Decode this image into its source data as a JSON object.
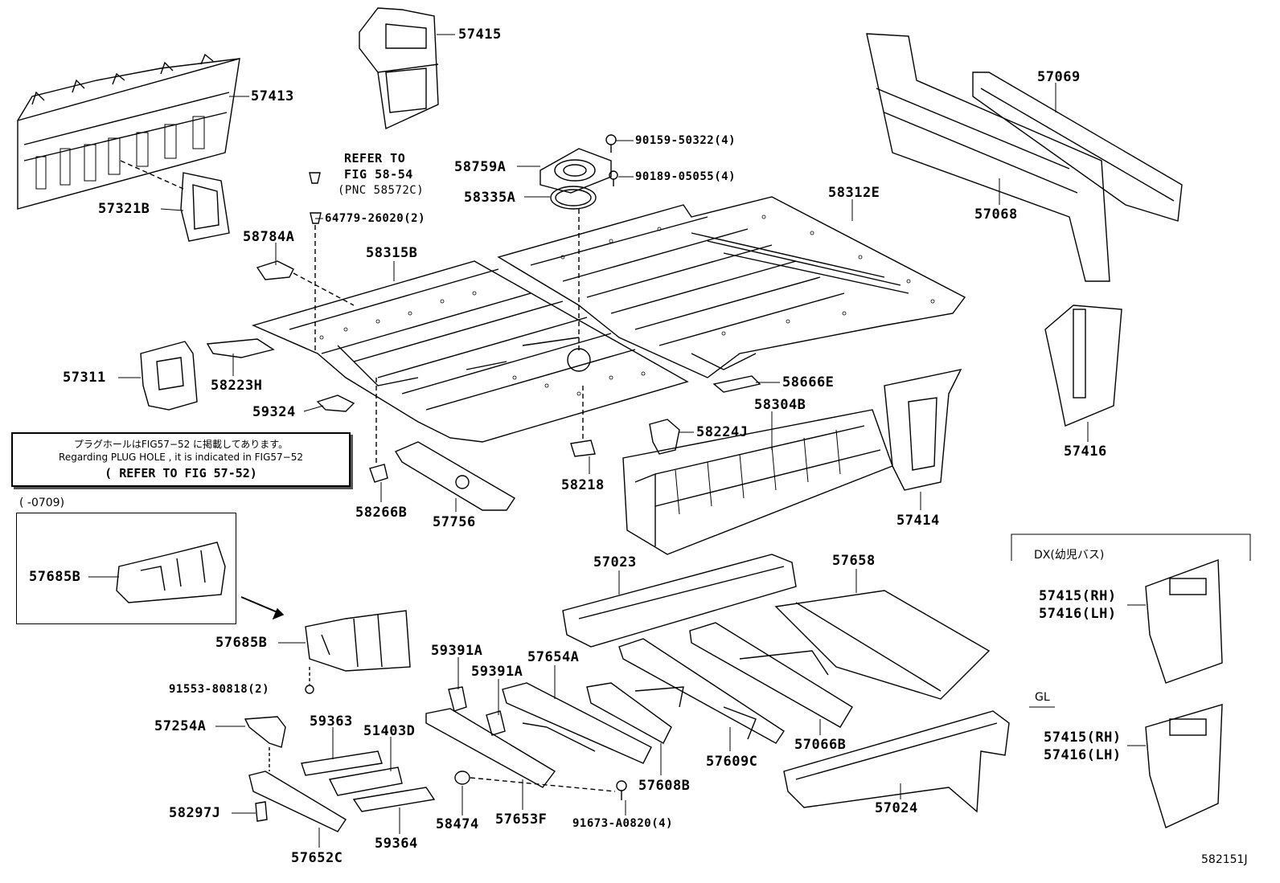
{
  "labels": {
    "p57415": "57415",
    "p57413": "57413",
    "p57321B": "57321B",
    "p58784A": "58784A",
    "p58315B": "58315B",
    "p57311": "57311",
    "p58223H": "58223H",
    "p59324": "59324",
    "refer_to": "REFER TO",
    "fig_58_54": "FIG 58-54",
    "pnc": "(PNC 58572C)",
    "p64779": "64779-26020(2)",
    "p58759A": "58759A",
    "p58335A": "58335A",
    "p90159": "90159-50322(4)",
    "p90189": "90189-05055(4)",
    "p58312E": "58312E",
    "p57069": "57069",
    "p57068": "57068",
    "p58666E": "58666E",
    "p58304B": "58304B",
    "p58224J": "58224J",
    "p58218": "58218",
    "p58266B": "58266B",
    "p57756": "57756",
    "p57414": "57414",
    "p57416": "57416",
    "p57023": "57023",
    "p57658": "57658",
    "p57685B_inset": "57685B",
    "p57685B": "57685B",
    "p91553": "91553-80818(2)",
    "p57254A": "57254A",
    "p59363": "59363",
    "p51403D": "51403D",
    "p58297J": "58297J",
    "p59364": "59364",
    "p57652C": "57652C",
    "p59391A_1": "59391A",
    "p59391A_2": "59391A",
    "p57654A": "57654A",
    "p58474": "58474",
    "p57653F": "57653F",
    "p91673": "91673-A0820(4)",
    "p57608B": "57608B",
    "p57609C": "57609C",
    "p57066B": "57066B",
    "p57024": "57024",
    "dx_rh": "57415(RH)",
    "dx_lh": "57416(LH)",
    "gl_rh": "57415(RH)",
    "gl_lh": "57416(LH)"
  },
  "note": {
    "japanese": "プラグホールはFIG57−52 に掲載してあります。",
    "english": "Regarding PLUG HOLE , it is indicated in FIG57−52",
    "refer": "( REFER TO FIG 57-52)"
  },
  "inset_caption": "(      -0709)",
  "dx_caption": "DX(幼児バス)",
  "gl_caption": "GL",
  "figure_id": "582151J"
}
